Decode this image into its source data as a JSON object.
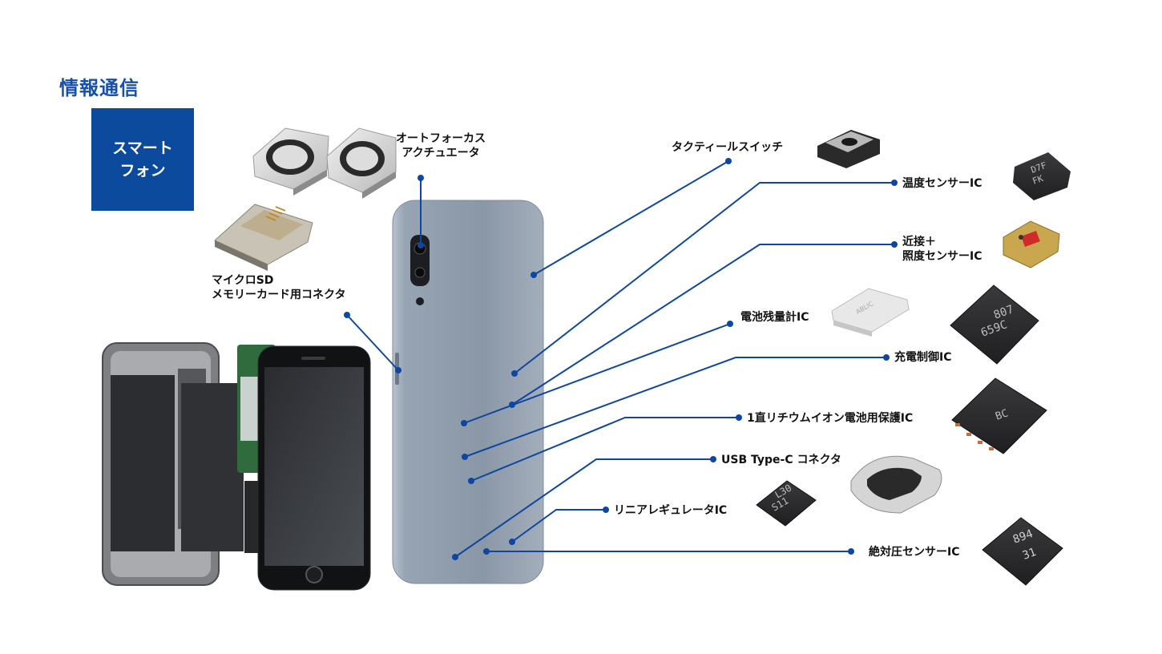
{
  "header": {
    "title": "情報通信"
  },
  "badge": {
    "label": "スマート\nフォン"
  },
  "callouts": {
    "autofocus": "オートフォーカス\nアクチュエータ",
    "microsd": "マイクロSD\nメモリーカード用コネクタ",
    "tactile": "タクティールスイッチ",
    "temp": "温度センサーIC",
    "proximity": "近接＋\n照度センサーIC",
    "fuelgauge": "電池残量計IC",
    "charge": "充電制御IC",
    "liion": "1直リチウムイオン電池用保護IC",
    "usbc": "USB Type-C コネクタ",
    "ldo": "リニアレギュレータIC",
    "pressure": "絶対圧センサーIC"
  },
  "chip_markings": {
    "temp": [
      "D7F",
      "FK"
    ],
    "fuelgauge": [
      "ABLIC"
    ],
    "charge": [
      "807",
      "659C"
    ],
    "liion": [
      "BC"
    ],
    "ldo": [
      "L30",
      "S11"
    ],
    "pressure": [
      "894",
      "31"
    ]
  },
  "colors": {
    "title": "#1650a8",
    "badge": "#0b4a9c",
    "leader_line": "#0d47a1",
    "phone_body": "#8f9cab",
    "chip_body": "#2b2b2d"
  }
}
